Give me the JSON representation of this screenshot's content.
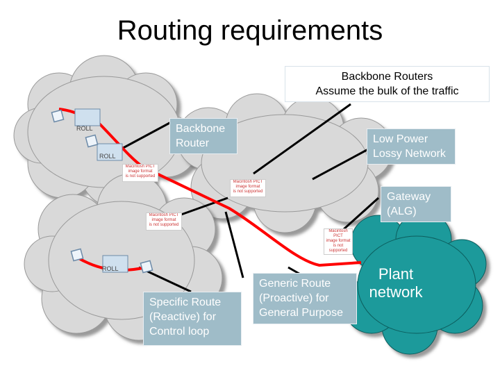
{
  "title": "Routing requirements",
  "callouts": {
    "backbone_routers": [
      "Backbone Routers",
      "Assume the bulk of the traffic"
    ],
    "backbone_router": [
      "Backbone",
      "Router"
    ],
    "low_power": [
      "Low Power",
      "Lossy Network"
    ],
    "gateway": [
      "Gateway",
      "(ALG)"
    ],
    "plant_network": [
      "Plant",
      "network"
    ],
    "specific_route": [
      "Specific Route",
      "(Reactive) for",
      "Control loop"
    ],
    "generic_route": [
      "Generic Route",
      "(Proactive) for",
      "General Purpose"
    ]
  },
  "router_label": "ROLL",
  "placeholder_text": [
    "Macintosh PICT",
    "image format",
    "is not supported"
  ],
  "colors": {
    "cloud": "#d9d9d9",
    "plant_cloud": "#1b9a9b",
    "route": "#ff0000",
    "callout_fill": "#9fbcc8"
  }
}
